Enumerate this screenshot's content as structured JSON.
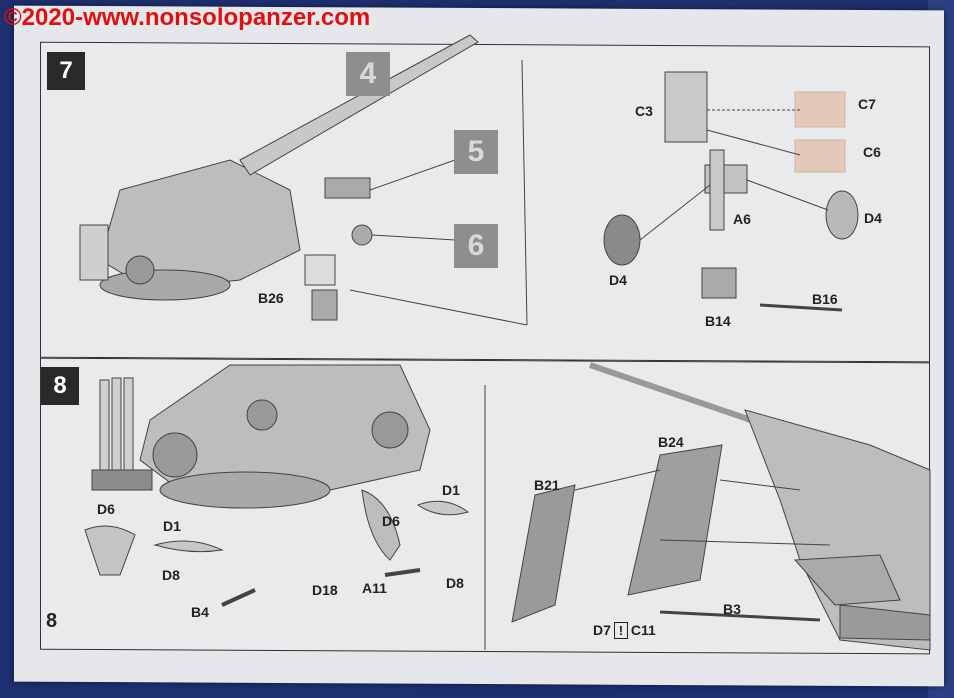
{
  "watermark": "©2020-www.nonsolopanzer.com",
  "page_number": "8",
  "step7": {
    "step": "7",
    "refs": [
      "4",
      "5",
      "6"
    ],
    "left_parts": [
      "B26"
    ],
    "right_parts": {
      "C3": "C3",
      "C7": "C7",
      "C6": "C6",
      "A6": "A6",
      "D4_left": "D4",
      "D4_right": "D4",
      "B14": "B14",
      "B16": "B16"
    }
  },
  "step8": {
    "step": "8",
    "left_parts": {
      "D6a": "D6",
      "D1a": "D1",
      "D8a": "D8",
      "B4": "B4",
      "D18": "D18",
      "D6b": "D6",
      "D1b": "D1",
      "A11": "A11",
      "D8b": "D8"
    },
    "right_parts": {
      "B21": "B21",
      "B24": "B24",
      "D7": "D7",
      "warn": "!",
      "C11": "C11",
      "B3": "B3"
    }
  }
}
